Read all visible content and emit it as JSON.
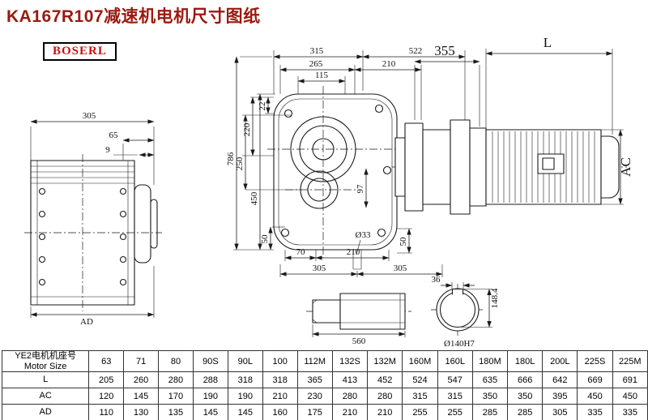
{
  "title": "KA167R107减速机电机尺寸图纸",
  "logo": "BOSERL",
  "dims": {
    "left_305": "305",
    "left_65": "65",
    "left_9": "9",
    "left_AD": "AD",
    "front_315": "315",
    "front_522": "522",
    "front_265": "265",
    "front_210_top": "210",
    "front_115": "115",
    "front_22": "22",
    "front_220": "220",
    "front_250": "250",
    "front_450": "450",
    "front_786": "786",
    "front_97": "97",
    "front_50_left": "50",
    "front_70": "70",
    "front_210_bottom": "210",
    "front_d33": "Ø33",
    "front_50_right": "50",
    "motor_355": "355",
    "motor_L": "L",
    "motor_AC": "AC",
    "shaft_305a": "305",
    "shaft_305b": "305",
    "shaft_560": "560",
    "bore_36": "36",
    "bore_148": "148.4",
    "bore_d140": "Ø140H7"
  },
  "table": {
    "header_line1": "YE2电机机座号",
    "header_line2": "Motor Size",
    "columns": [
      "63",
      "71",
      "80",
      "90S",
      "90L",
      "100",
      "112M",
      "132S",
      "132M",
      "160M",
      "160L",
      "180M",
      "180L",
      "200L",
      "225S",
      "225M"
    ],
    "rows": [
      {
        "label": "L",
        "values": [
          "205",
          "260",
          "280",
          "288",
          "318",
          "318",
          "365",
          "413",
          "452",
          "524",
          "547",
          "635",
          "666",
          "642",
          "669",
          "691"
        ]
      },
      {
        "label": "AC",
        "values": [
          "120",
          "145",
          "170",
          "190",
          "190",
          "210",
          "230",
          "280",
          "280",
          "315",
          "315",
          "350",
          "350",
          "395",
          "450",
          "450"
        ]
      },
      {
        "label": "AD",
        "values": [
          "110",
          "130",
          "135",
          "145",
          "145",
          "160",
          "175",
          "210",
          "210",
          "255",
          "255",
          "285",
          "285",
          "305",
          "335",
          "335"
        ]
      }
    ]
  }
}
